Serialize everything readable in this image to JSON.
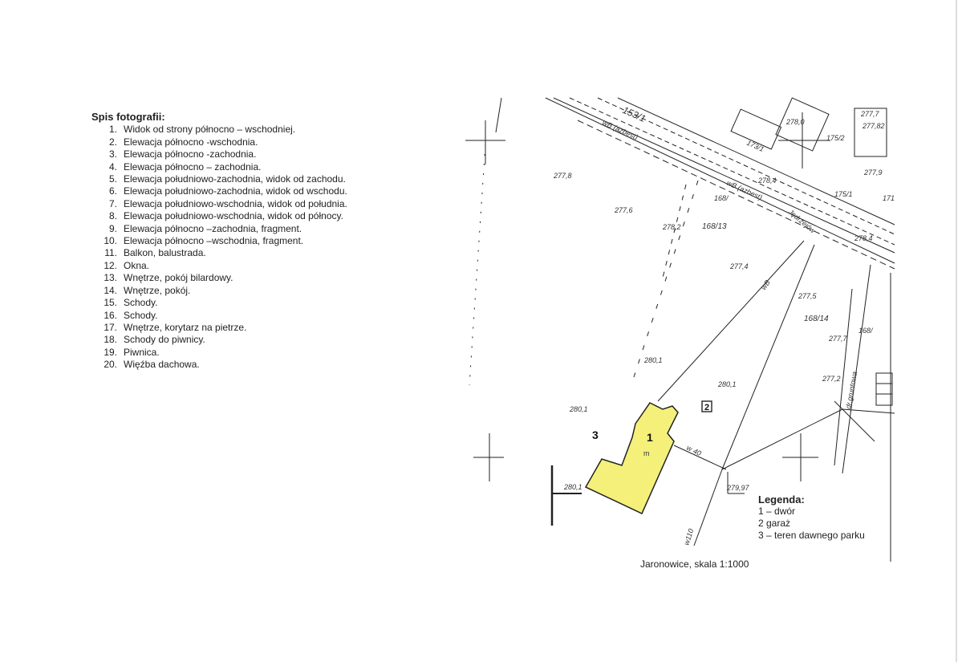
{
  "toc": {
    "title": "Spis fotografii:",
    "items": [
      {
        "num": "1.",
        "text": "Widok od strony północno – wschodniej."
      },
      {
        "num": "2.",
        "text": "Elewacja północno -wschodnia."
      },
      {
        "num": "3.",
        "text": "Elewacja północno -zachodnia."
      },
      {
        "num": "4.",
        "text": "Elewacja północno – zachodnia."
      },
      {
        "num": "5.",
        "text": "Elewacja południowo-zachodnia, widok od zachodu."
      },
      {
        "num": "6.",
        "text": "Elewacja południowo-zachodnia, widok od wschodu."
      },
      {
        "num": "7.",
        "text": "Elewacja południowo-wschodnia, widok od południa."
      },
      {
        "num": "8.",
        "text": "Elewacja południowo-wschodnia, widok od północy."
      },
      {
        "num": "9.",
        "text": "Elewacja północno –zachodnia, fragment."
      },
      {
        "num": "10.",
        "text": "Elewacja północno –wschodnia, fragment."
      },
      {
        "num": "11.",
        "text": "Balkon, balustrada."
      },
      {
        "num": "12.",
        "text": "Okna."
      },
      {
        "num": "13.",
        "text": "Wnętrze, pokój bilardowy."
      },
      {
        "num": "14.",
        "text": "Wnętrze, pokój."
      },
      {
        "num": "15.",
        "text": "Schody."
      },
      {
        "num": "16.",
        "text": "Schody."
      },
      {
        "num": "17.",
        "text": "Wnętrze, korytarz na pietrze."
      },
      {
        "num": "18.",
        "text": "Schody do piwnicy."
      },
      {
        "num": "19.",
        "text": "Piwnica."
      },
      {
        "num": "20.",
        "text": "Więźba dachowa."
      }
    ]
  },
  "map": {
    "labels": {
      "road_parcel": "153/1",
      "parcel_main": "168/13",
      "parcel_14": "168/14",
      "parcel_168": "168/",
      "parcel_171": "171",
      "parcel_173": "173/1",
      "parcel_175_2": "175/2",
      "parcel_175_1": "175/1",
      "h277_8": "277,8",
      "h277_6": "277,6",
      "h278_2": "278,2",
      "h277_4": "277,4",
      "h277_5": "277,5",
      "h278_4": "278,4",
      "h278_4b": "278,4",
      "h278_0": "278,0",
      "h277_7": "277,7",
      "h277_82": "277,82",
      "h277_9": "277,9",
      "h277_7b": "277,7",
      "h277_2": "277,2",
      "h280_1a": "280,1",
      "h280_1b": "280,1",
      "h280_1c": "280,1",
      "h280_1d": "280,1",
      "h279_97": "279,97",
      "pipe_label": "wB (azbest)",
      "pipe_label2": "wB (azbest)",
      "street": "Jędrzejów",
      "w40": "w 40",
      "w110": "w110",
      "wB": "wB",
      "dirt_road": "dr.gruntowa",
      "bld1": "1",
      "bld1_m": "m",
      "area3": "3",
      "box2": "2"
    },
    "building_color": "#f4f07a"
  },
  "legend": {
    "title": "Legenda:",
    "items": [
      "1 – dwór",
      "2 garaż",
      "3 – teren dawnego parku"
    ]
  },
  "caption": "Jaronowice, skala 1:1000"
}
